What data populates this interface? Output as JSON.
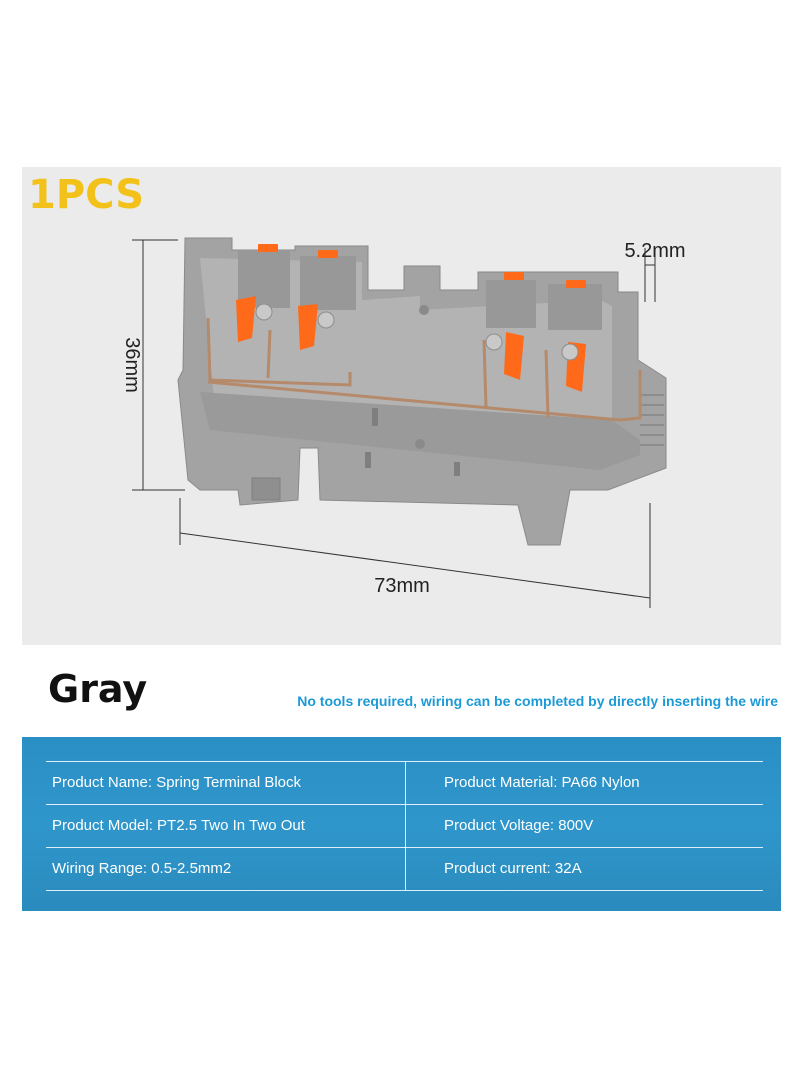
{
  "badge": {
    "quantity": "1PCS"
  },
  "dimensions": {
    "width": "73mm",
    "height": "36mm",
    "thickness": "5.2mm"
  },
  "color_name": "Gray",
  "tagline": "No tools required, wiring can be completed by directly inserting the wire",
  "specs": {
    "rows": [
      {
        "left": "Product Name: Spring Terminal Block",
        "right": "Product Material: PA66 Nylon"
      },
      {
        "left": "Product Model: PT2.5 Two In Two Out",
        "right": "Product Voltage: 800V"
      },
      {
        "left": "Wiring Range: 0.5-2.5mm2",
        "right": "Product current: 32A"
      }
    ]
  },
  "colors": {
    "panel_bg": "#ebebeb",
    "badge": "#f3c21a",
    "accent_blue": "#1c9ad6",
    "spec_bg": "#2f96cb",
    "block_gray": "#a3a3a3",
    "lever_orange": "#ff6a1a"
  }
}
